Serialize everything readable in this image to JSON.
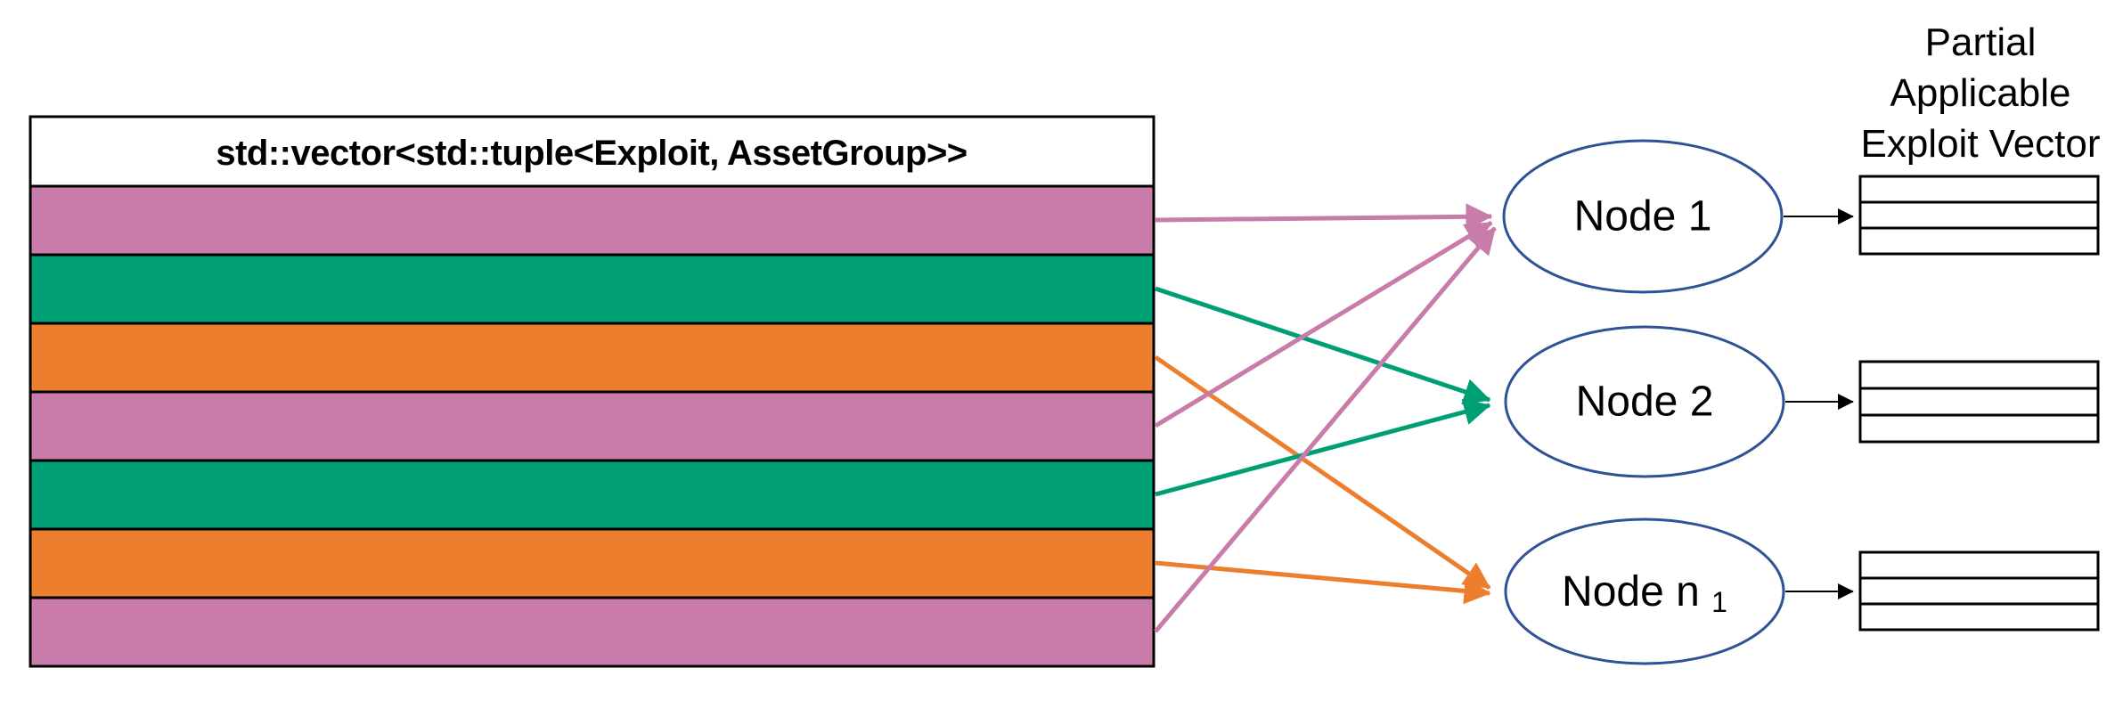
{
  "colors": {
    "pink": "#C97CA9",
    "green": "#009E73",
    "orange": "#EC7E2E",
    "node_stroke": "#2E5296",
    "black": "#000000",
    "white": "#FFFFFF"
  },
  "vector_table": {
    "title": "std::vector<std::tuple<Exploit, AssetGroup>>",
    "rows": [
      {
        "index": 1,
        "color_name": "pink",
        "color": "#C97CA9",
        "maps_to": "Node 1"
      },
      {
        "index": 2,
        "color_name": "green",
        "color": "#009E73",
        "maps_to": "Node 2"
      },
      {
        "index": 3,
        "color_name": "orange",
        "color": "#EC7E2E",
        "maps_to": "Node n1"
      },
      {
        "index": 4,
        "color_name": "pink",
        "color": "#C97CA9",
        "maps_to": "Node 1"
      },
      {
        "index": 5,
        "color_name": "green",
        "color": "#009E73",
        "maps_to": "Node 2"
      },
      {
        "index": 6,
        "color_name": "orange",
        "color": "#EC7E2E",
        "maps_to": "Node n1"
      },
      {
        "index": 7,
        "color_name": "pink",
        "color": "#C97CA9",
        "maps_to": "Node 1"
      }
    ]
  },
  "nodes": [
    {
      "label": "Node 1"
    },
    {
      "label": "Node 2"
    },
    {
      "label_base": "Node n",
      "label_sub": "1"
    }
  ],
  "output_header": {
    "line1": "Partial",
    "line2": "Applicable",
    "line3": "Exploit Vector"
  },
  "partial_vectors": [
    {
      "for_node": "Node 1",
      "rows": 3
    },
    {
      "for_node": "Node 2",
      "rows": 3
    },
    {
      "for_node": "Node n1",
      "rows": 3
    }
  ],
  "icons": {
    "arrowhead_pink": "pink-arrowhead-icon",
    "arrowhead_green": "green-arrowhead-icon",
    "arrowhead_orange": "orange-arrowhead-icon",
    "arrowhead_black": "black-arrowhead-icon"
  }
}
